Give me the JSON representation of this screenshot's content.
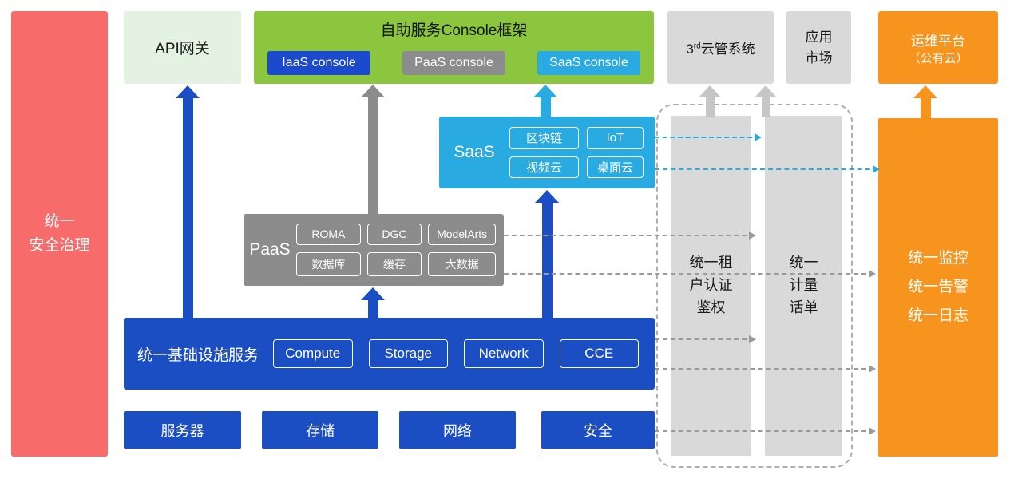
{
  "colors": {
    "blue": "#1B4DC3",
    "green": "#8CC63F",
    "light_green": "#E4F2E2",
    "cyan": "#29ABE2",
    "gray": "#8C8C8C",
    "light_gray": "#D9D9D9",
    "orange": "#F7941E",
    "red": "#F76C6B"
  },
  "left_bar": {
    "label": "统一\n安全治理"
  },
  "top_row": {
    "api_gateway": {
      "label": "API网关"
    },
    "console_frame": {
      "title": "自助服务Console框架",
      "buttons": [
        {
          "label": "IaaS console",
          "color": "#1B4ACC"
        },
        {
          "label": "PaaS console",
          "color": "#8C8C8C"
        },
        {
          "label": "SaaS console",
          "color": "#29ABE2"
        }
      ]
    },
    "third_party_cloud": {
      "base": "3",
      "sup": "rd",
      "rest": "云管系统"
    },
    "app_market": {
      "label": "应用\n市场"
    },
    "om_platform": {
      "line1": "运维平台",
      "line2": "（公有云）"
    }
  },
  "saas": {
    "label": "SaaS",
    "items": [
      "区块链",
      "IoT",
      "视频云",
      "桌面云"
    ]
  },
  "paas": {
    "label": "PaaS",
    "items": [
      "ROMA",
      "DGC",
      "ModelArts",
      "数据库",
      "缓存",
      "大数据"
    ]
  },
  "infrastructure": {
    "label": "统一基础设施服务",
    "items": [
      "Compute",
      "Storage",
      "Network",
      "CCE"
    ]
  },
  "hardware": {
    "items": [
      "服务器",
      "存储",
      "网络",
      "安全"
    ]
  },
  "middle_bars": {
    "auth": {
      "label": "统一租\n户认证\n鉴权"
    },
    "billing": {
      "label": "统一\n计量\n话单"
    }
  },
  "right_bar": {
    "label": "统一监控\n统一告警\n统一日志"
  }
}
